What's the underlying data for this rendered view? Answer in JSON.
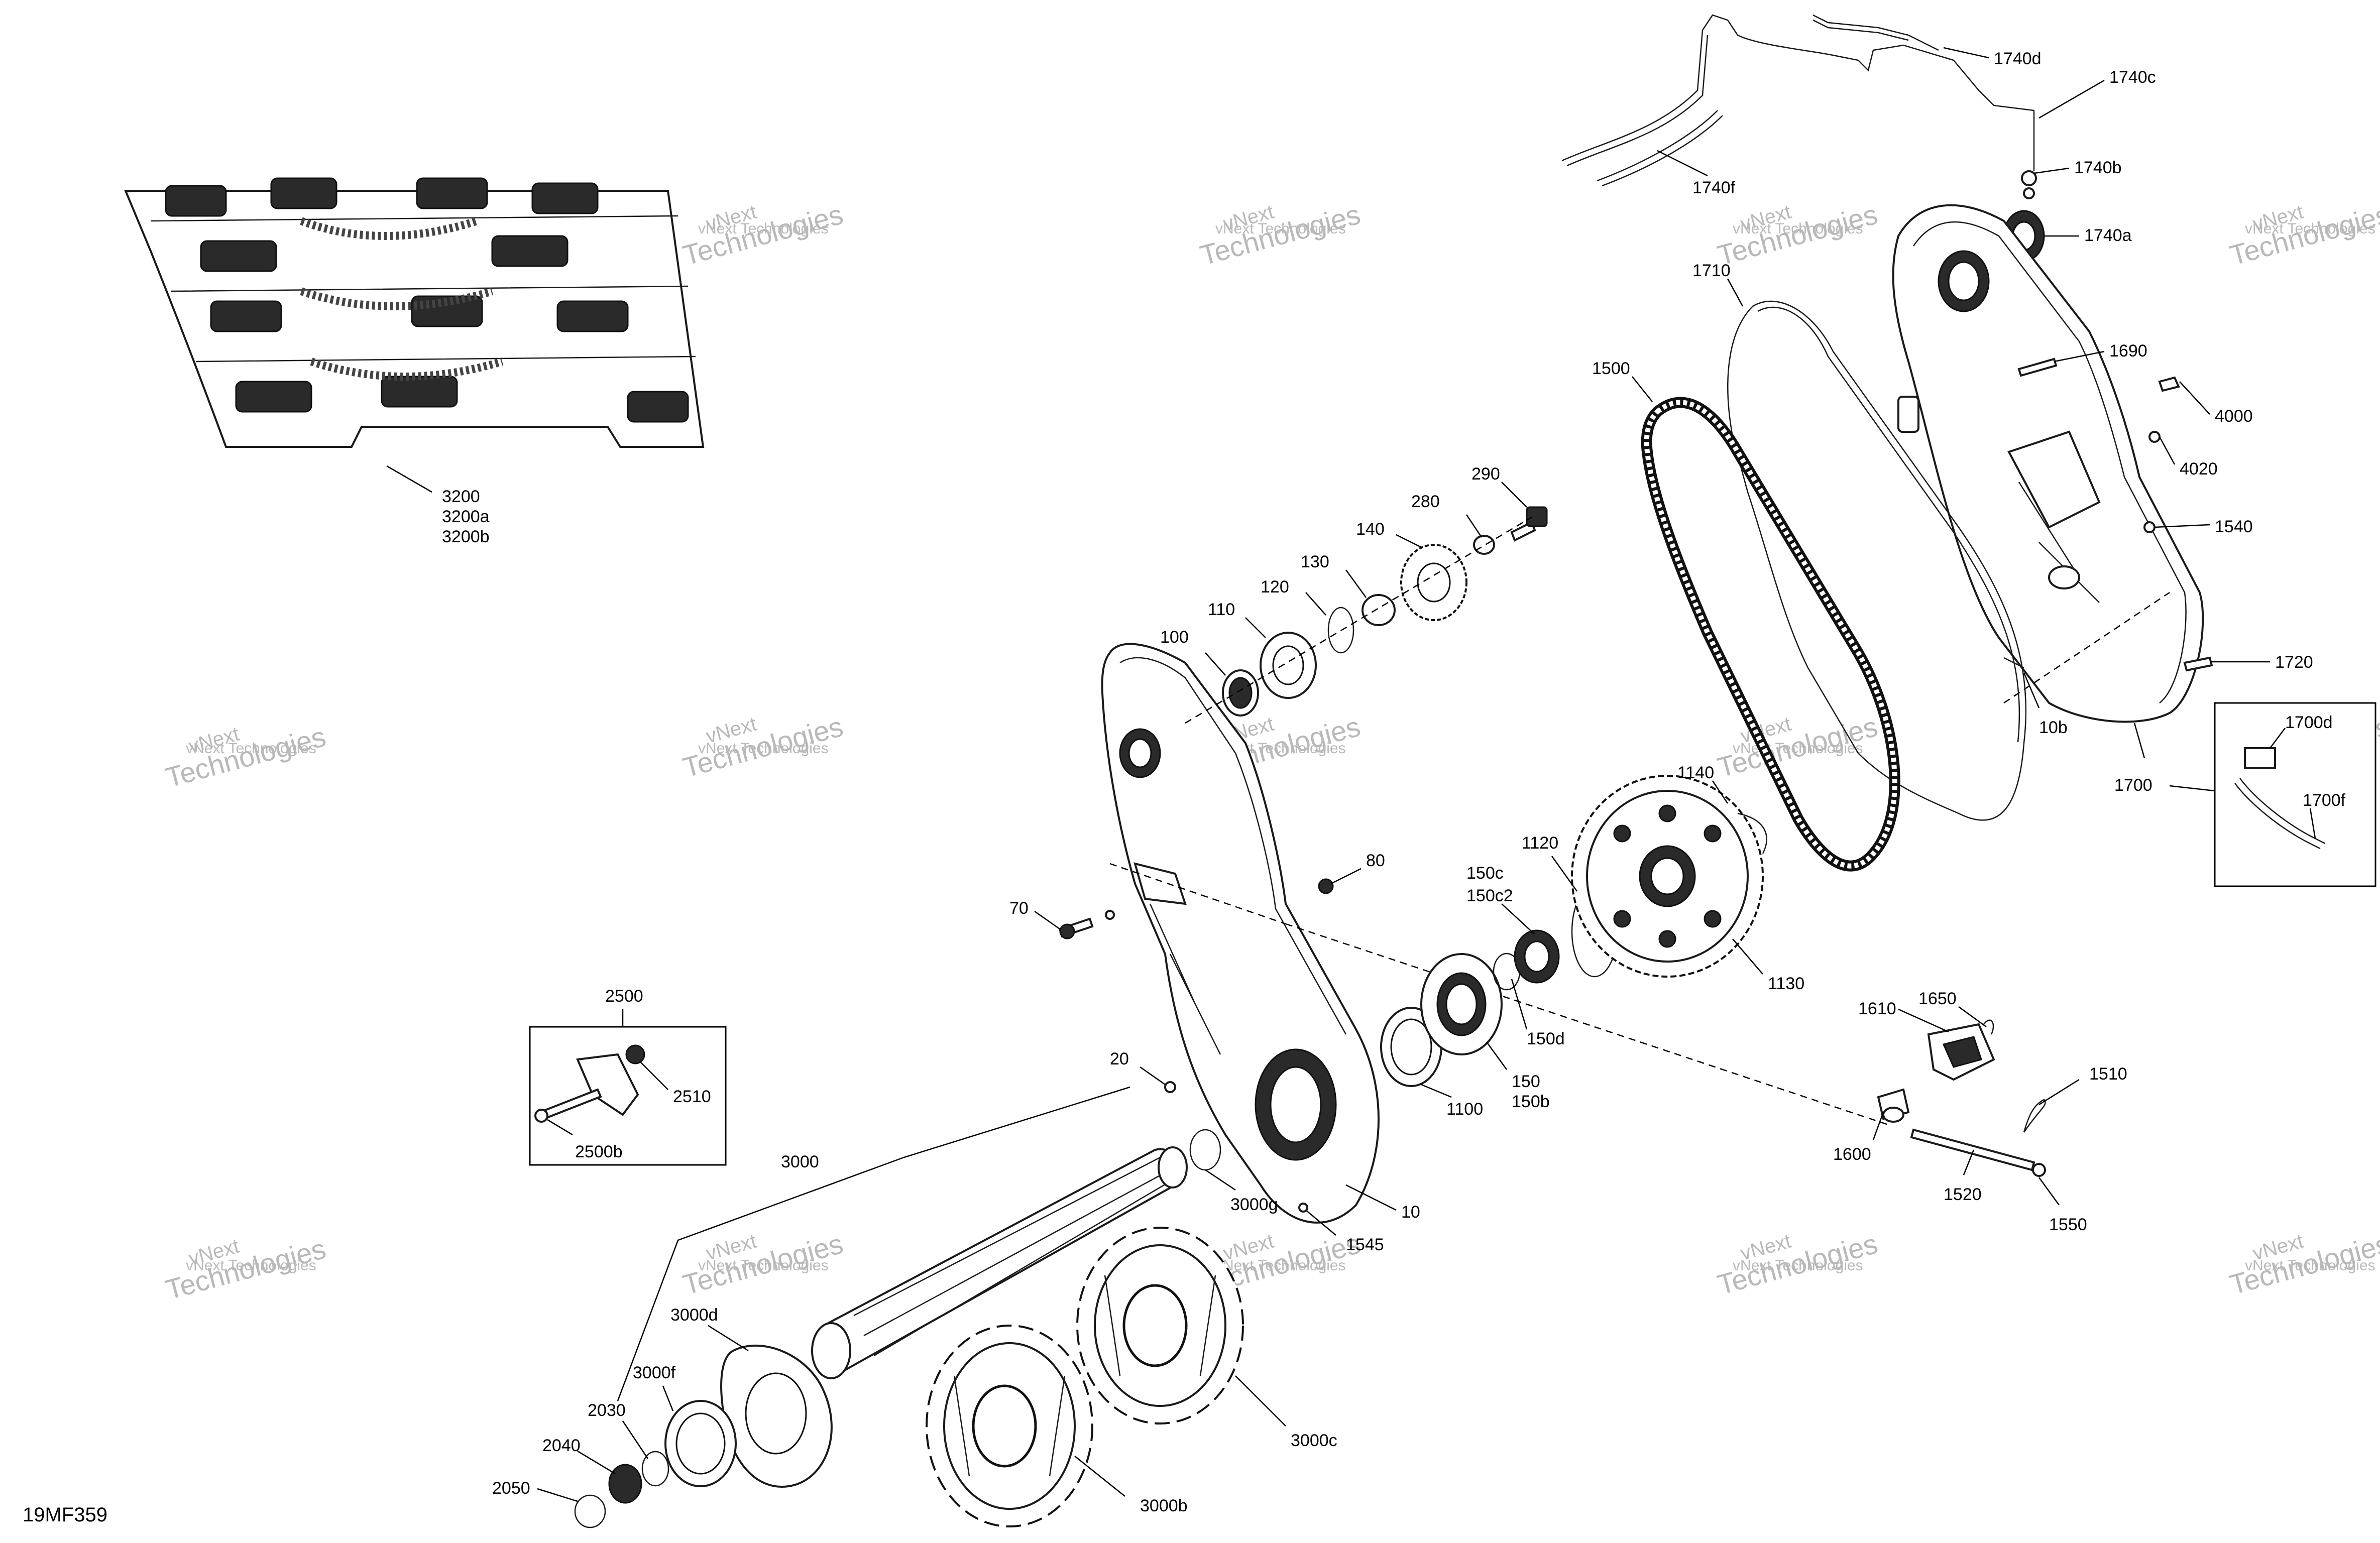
{
  "diagram": {
    "code": "19MF359",
    "watermark_lines": [
      "vNext",
      "Technologies"
    ],
    "watermark_text": "vNext Technologies",
    "callouts": {
      "c3200": "3200",
      "c3200a": "3200a",
      "c3200b": "3200b",
      "c1740d": "1740d",
      "c1740c": "1740c",
      "c1740b": "1740b",
      "c1740a": "1740a",
      "c1740f": "1740f",
      "c1710": "1710",
      "c1500": "1500",
      "c1690": "1690",
      "c4000": "4000",
      "c4020": "4020",
      "c1540": "1540",
      "c1720": "1720",
      "c10b": "10b",
      "c1700": "1700",
      "c1700d": "1700d",
      "c1700f": "1700f",
      "c290": "290",
      "c280": "280",
      "c140": "140",
      "c130": "130",
      "c120": "120",
      "c110": "110",
      "c100": "100",
      "c80": "80",
      "c70": "70",
      "c1140": "1140",
      "c1120": "1120",
      "c150c": "150c",
      "c150c2": "150c2",
      "c150d": "150d",
      "c1130": "1130",
      "c150": "150",
      "c150b": "150b",
      "c1100": "1100",
      "c1610": "1610",
      "c1650": "1650",
      "c1510": "1510",
      "c1600": "1600",
      "c1520": "1520",
      "c1550": "1550",
      "c2500": "2500",
      "c2510": "2510",
      "c2500b": "2500b",
      "c20": "20",
      "c3000": "3000",
      "c3000g": "3000g",
      "c1545": "1545",
      "c10": "10",
      "c3000d": "3000d",
      "c3000f": "3000f",
      "c2030": "2030",
      "c2040": "2040",
      "c2050": "2050",
      "c3000c": "3000c",
      "c3000b": "3000b"
    },
    "colors": {
      "line": "#000000",
      "watermark": "#b9b9b9",
      "background": "#ffffff"
    }
  }
}
